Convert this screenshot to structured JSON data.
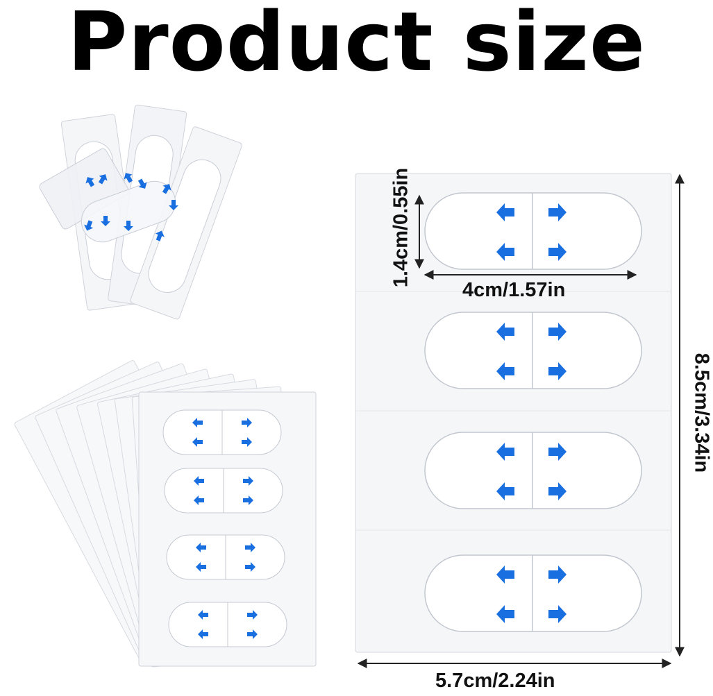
{
  "title": "Product size",
  "dimensions": {
    "strip_height": "1.4cm/0.55in",
    "strip_width": "4cm/1.57in",
    "sheet_height": "8.5cm/3.34in",
    "sheet_width": "5.7cm/2.24in"
  },
  "colors": {
    "arrow": "#1a6fe0",
    "sheet": "#f6f7f9",
    "outline": "#c9ced6",
    "dimension_line": "#222222"
  },
  "sheet": {
    "strip_count": 4
  },
  "stack": {
    "sheet_count": 8,
    "strip_count": 4
  }
}
